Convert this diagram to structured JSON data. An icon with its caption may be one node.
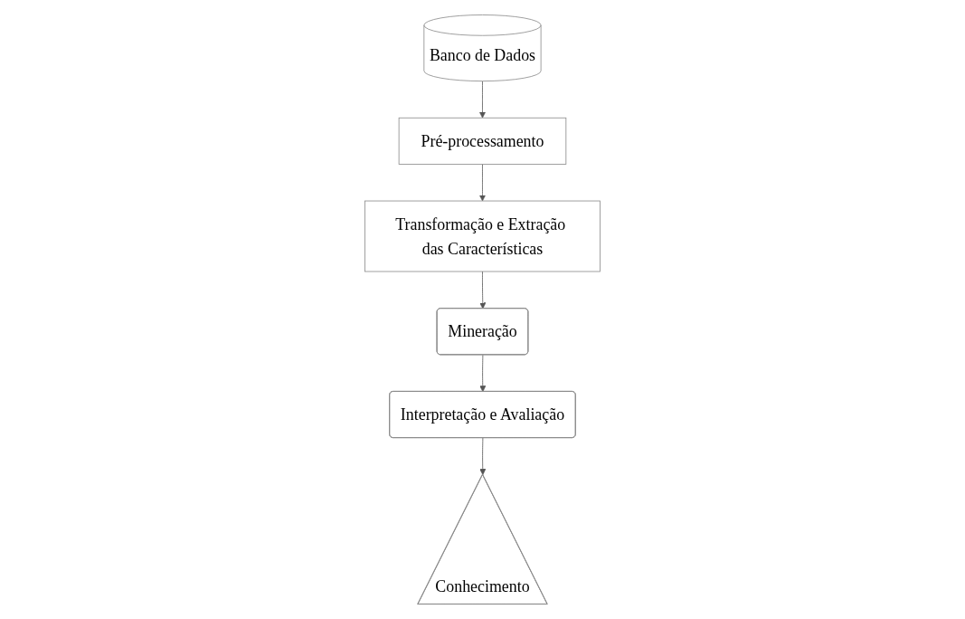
{
  "diagram": {
    "nodes": [
      {
        "text": [
          "Banco de Dados"
        ]
      },
      {
        "text": [
          "Pré-processamento"
        ]
      },
      {
        "text": [
          "Transformação e Extração das Características"
        ]
      },
      {
        "text": [
          "Mineração"
        ]
      },
      {
        "text": [
          "Interpretação e Avaliação"
        ]
      },
      {
        "text": [
          "Conhecimento"
        ]
      }
    ],
    "edges": [
      {
        "from": 0,
        "to": 1,
        "arrow": "to"
      },
      {
        "from": 1,
        "to": 2,
        "arrow": "to"
      },
      {
        "from": 2,
        "to": 3,
        "arrow": "to"
      },
      {
        "from": 3,
        "to": 4,
        "arrow": "to"
      },
      {
        "from": 4,
        "to": 5,
        "arrow": "to"
      }
    ]
  }
}
